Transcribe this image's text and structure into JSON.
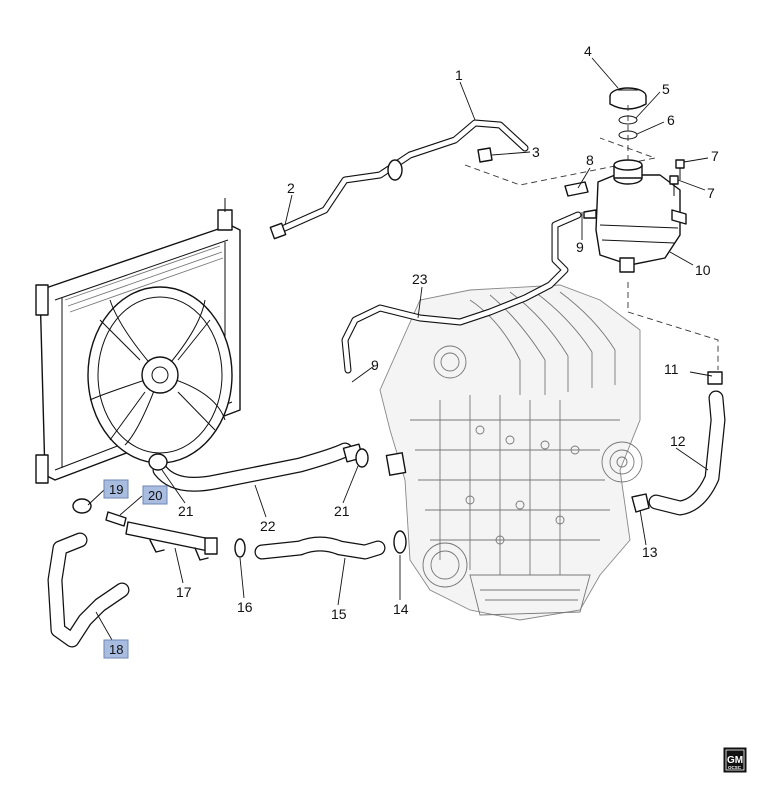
{
  "diagram": {
    "callouts": [
      {
        "id": "1",
        "label": "1"
      },
      {
        "id": "2",
        "label": "2"
      },
      {
        "id": "3",
        "label": "3"
      },
      {
        "id": "4",
        "label": "4"
      },
      {
        "id": "5",
        "label": "5"
      },
      {
        "id": "6",
        "label": "6"
      },
      {
        "id": "7a",
        "label": "7"
      },
      {
        "id": "7b",
        "label": "7"
      },
      {
        "id": "8",
        "label": "8"
      },
      {
        "id": "9a",
        "label": "9"
      },
      {
        "id": "9b",
        "label": "9"
      },
      {
        "id": "10",
        "label": "10"
      },
      {
        "id": "11",
        "label": "11"
      },
      {
        "id": "12",
        "label": "12"
      },
      {
        "id": "13",
        "label": "13"
      },
      {
        "id": "14",
        "label": "14"
      },
      {
        "id": "15",
        "label": "15"
      },
      {
        "id": "16",
        "label": "16"
      },
      {
        "id": "17",
        "label": "17"
      },
      {
        "id": "21a",
        "label": "21"
      },
      {
        "id": "21b",
        "label": "21"
      },
      {
        "id": "22",
        "label": "22"
      },
      {
        "id": "23",
        "label": "23"
      }
    ],
    "highlighted_callouts": [
      {
        "id": "18",
        "label": "18"
      },
      {
        "id": "19",
        "label": "19"
      },
      {
        "id": "20",
        "label": "20"
      }
    ],
    "highlight_color": "#a9bde0",
    "logo": {
      "brand": "GM",
      "sub": "OCSC"
    }
  }
}
